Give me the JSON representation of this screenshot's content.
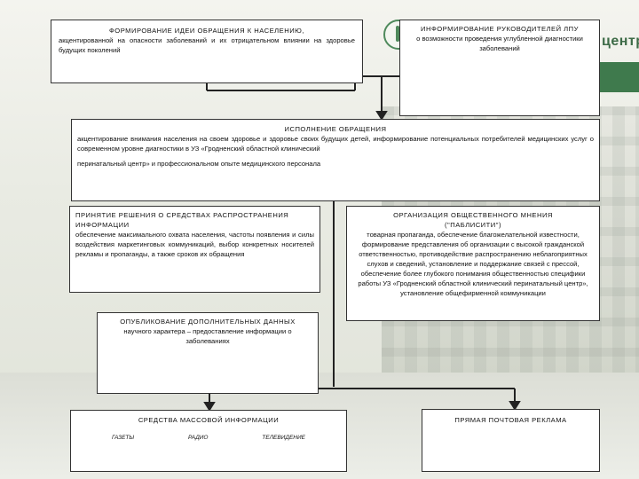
{
  "logo": {
    "text": "центр"
  },
  "boxes": {
    "formation": {
      "title": "ФОРМИРОВАНИЕ ИДЕИ ОБРАЩЕНИЯ К НАСЕЛЕНИЮ,",
      "text": "акцентированной на опасности заболеваний и их отрицательном влиянии на здоровье будущих поколений"
    },
    "managers": {
      "title": "ИНФОРМИРОВАНИЕ РУКОВОДИТЕЛЕЙ ЛПУ",
      "text": "о возможности проведения углубленной диагностики заболеваний"
    },
    "execution": {
      "title": "ИСПОЛНЕНИЕ ОБРАЩЕНИЯ",
      "text": "акцентирование внимания населения на своем здоровье и здоровье своих будущих детей, информирование потенциальных потребителей медицинских услуг о современном уровне диагностики в УЗ «Гродненский областной клинический",
      "text2": "перинатальный центр» и профессиональном опыте медицинского персонала"
    },
    "decision": {
      "title": "ПРИНЯТИЕ РЕШЕНИЯ О СРЕДСТВАХ РАСПРОСТРАНЕНИЯ ИНФОРМАЦИИ",
      "text": "обеспечение максимального охвата населения, частоты появления и силы воздействия маркетинговых коммуникаций, выбор конкретных носителей рекламы и пропаганды, а также сроков их обращения"
    },
    "publication": {
      "title": "ОПУБЛИКОВАНИЕ ДОПОЛНИТЕЛЬНЫХ ДАННЫХ",
      "text": "научного характера – предоставление информации о заболеваниях"
    },
    "opinion": {
      "title": "ОРГАНИЗАЦИЯ ОБЩЕСТВЕННОГО МНЕНИЯ",
      "subtitle": "(\"ПАБЛИСИТИ\")",
      "text": "товарная пропаганда, обеспечение благожелательной известности, формирование представления об организации с высокой гражданской ответственностью, противодействие распространению неблагоприятных слухов и сведений, установление и поддержание связей с прессой, обеспечение более глубокого понимания общественностью специфики работы УЗ «Гродненский областной клинический перинатальный центр», установление общефирменной коммуникации"
    },
    "media": {
      "title": "СРЕДСТВА МАССОВОЙ ИНФОРМАЦИИ",
      "items": [
        "ГАЗЕТЫ",
        "РАДИО",
        "ТЕЛЕВИДЕНИЕ"
      ]
    },
    "mail": {
      "title": "ПРЯМАЯ ПОЧТОВАЯ РЕКЛАМА"
    }
  }
}
